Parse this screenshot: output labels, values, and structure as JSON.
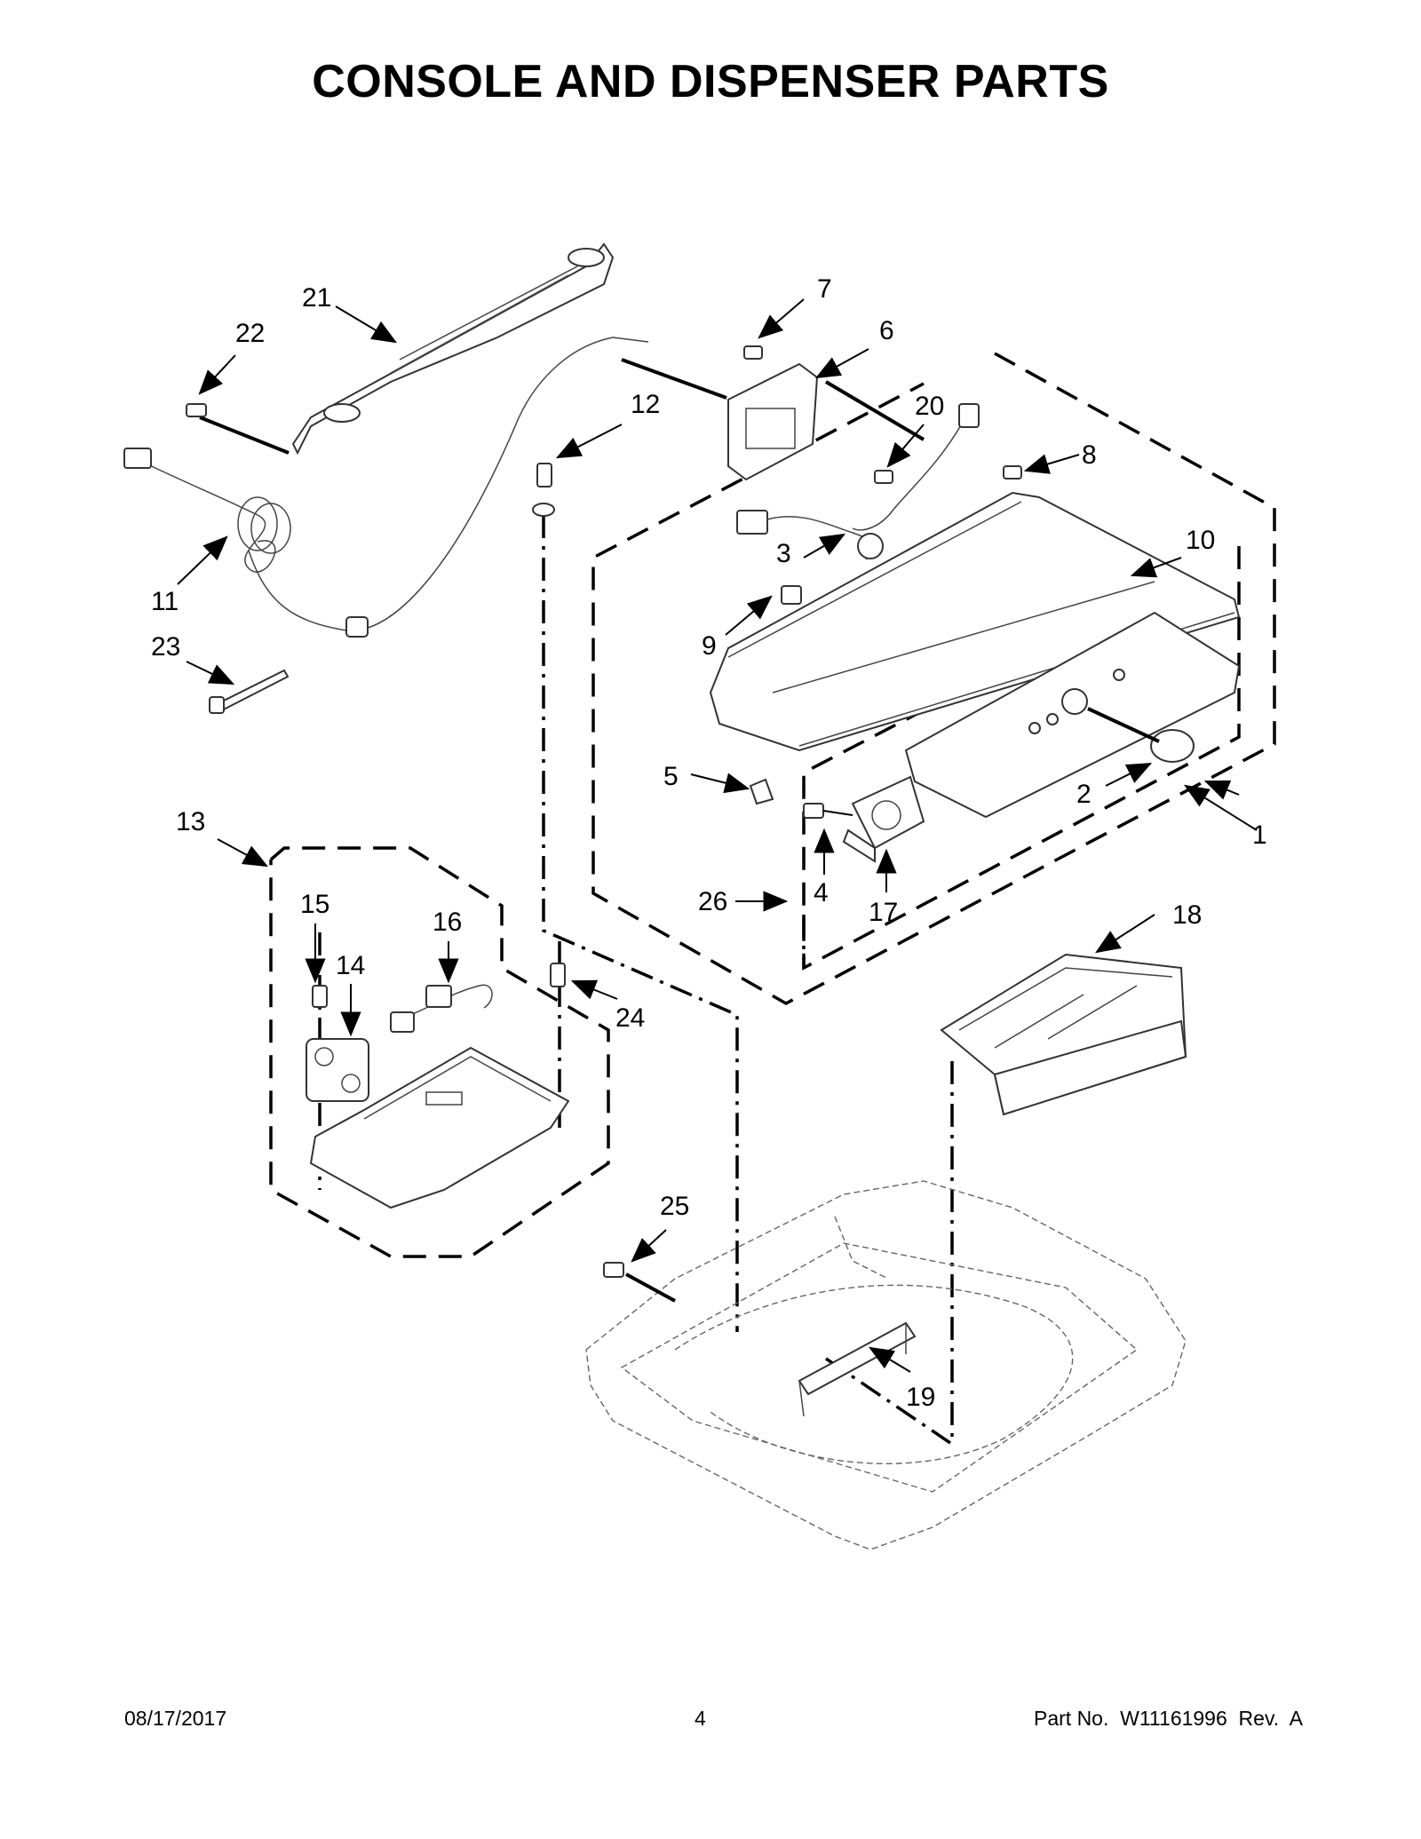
{
  "title": "CONSOLE AND DISPENSER PARTS",
  "footer": {
    "date": "08/17/2017",
    "page": "4",
    "part_no": "Part No.  W11161996  Rev.  A"
  },
  "callouts": [
    {
      "id": "1",
      "label": "1"
    },
    {
      "id": "2",
      "label": "2"
    },
    {
      "id": "3",
      "label": "3"
    },
    {
      "id": "4",
      "label": "4"
    },
    {
      "id": "5",
      "label": "5"
    },
    {
      "id": "6",
      "label": "6"
    },
    {
      "id": "7",
      "label": "7"
    },
    {
      "id": "8",
      "label": "8"
    },
    {
      "id": "9",
      "label": "9"
    },
    {
      "id": "10",
      "label": "10"
    },
    {
      "id": "11",
      "label": "11"
    },
    {
      "id": "12",
      "label": "12"
    },
    {
      "id": "13",
      "label": "13"
    },
    {
      "id": "14",
      "label": "14"
    },
    {
      "id": "15",
      "label": "15"
    },
    {
      "id": "16",
      "label": "16"
    },
    {
      "id": "17",
      "label": "17"
    },
    {
      "id": "18",
      "label": "18"
    },
    {
      "id": "19",
      "label": "19"
    },
    {
      "id": "20",
      "label": "20"
    },
    {
      "id": "21",
      "label": "21"
    },
    {
      "id": "22",
      "label": "22"
    },
    {
      "id": "23",
      "label": "23"
    },
    {
      "id": "24",
      "label": "24"
    },
    {
      "id": "25",
      "label": "25"
    },
    {
      "id": "26",
      "label": "26"
    }
  ]
}
